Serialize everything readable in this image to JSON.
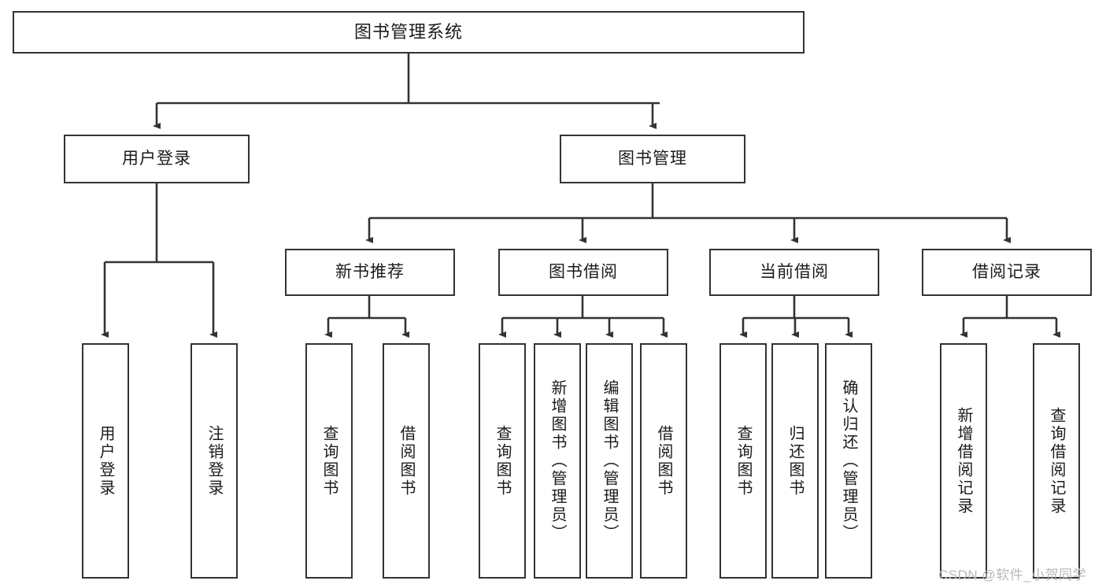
{
  "diagram": {
    "title": "图书管理系统",
    "type": "tree-hierarchy-chart",
    "colors": {
      "box_border": "#333333",
      "box_fill": "#ffffff",
      "connector": "#333333",
      "text": "#1b1b1b",
      "watermark": "#b9b9b9",
      "background": "#ffffff"
    }
  },
  "watermark": {
    "text": "CSDN @软件_小贺同学"
  },
  "nodes": {
    "root": {
      "label": "图书管理系统"
    },
    "level2": [
      {
        "id": "user-login",
        "label": "用户登录"
      },
      {
        "id": "book-management",
        "label": "图书管理"
      }
    ],
    "level3": [
      {
        "id": "new-book-recommend",
        "label": "新书推荐"
      },
      {
        "id": "book-borrow",
        "label": "图书借阅"
      },
      {
        "id": "current-borrow",
        "label": "当前借阅"
      },
      {
        "id": "borrow-record",
        "label": "借阅记录"
      }
    ],
    "leaves": {
      "user_login": [
        {
          "id": "leaf-user-login",
          "label": "用户登录"
        },
        {
          "id": "leaf-logout-login",
          "label": "注销登录"
        }
      ],
      "new_book_recommend": [
        {
          "id": "leaf-query-book-1",
          "label": "查询图书"
        },
        {
          "id": "leaf-borrow-book-1",
          "label": "借阅图书"
        }
      ],
      "book_borrow": [
        {
          "id": "leaf-query-book-2",
          "label": "查询图书"
        },
        {
          "id": "leaf-add-book",
          "label": "新增图书（管理员）"
        },
        {
          "id": "leaf-edit-book",
          "label": "编辑图书（管理员）"
        },
        {
          "id": "leaf-borrow-book-2",
          "label": "借阅图书"
        }
      ],
      "current_borrow": [
        {
          "id": "leaf-query-book-3",
          "label": "查询图书"
        },
        {
          "id": "leaf-return-book",
          "label": "归还图书"
        },
        {
          "id": "leaf-confirm-return",
          "label": "确认归还（管理员）"
        }
      ],
      "borrow_record": [
        {
          "id": "leaf-add-record",
          "label": "新增借阅记录"
        },
        {
          "id": "leaf-query-record",
          "label": "查询借阅记录"
        }
      ]
    }
  }
}
